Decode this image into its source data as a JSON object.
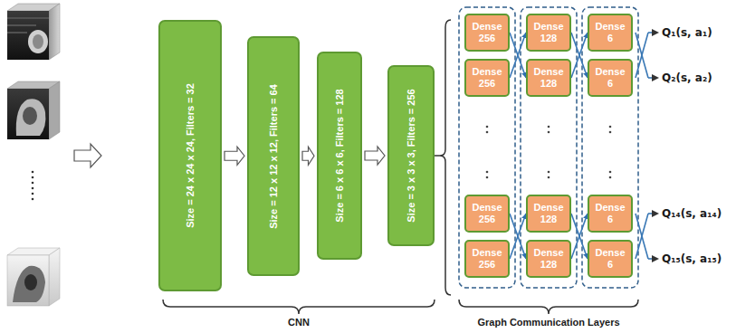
{
  "diagram": {
    "nodes": [
      {
        "text": [
          "Size = 24 x 24 x 24, Filters = 32"
        ]
      },
      {
        "text": [
          "Size = 12 x 12 x 12, Filters = 64"
        ]
      },
      {
        "text": [
          "Size = 6 x 6 x 6, Filters = 128"
        ]
      },
      {
        "text": [
          "Size = 3 x 3 x 3, Filters = 256"
        ]
      },
      {
        "text": [
          "Dense 256"
        ]
      },
      {
        "text": [
          "Dense 256"
        ]
      },
      {
        "text": [
          "Dense 256"
        ]
      },
      {
        "text": [
          "Dense 256"
        ]
      },
      {
        "text": [
          "Dense 128"
        ]
      },
      {
        "text": [
          "Dense 128"
        ]
      },
      {
        "text": [
          "Dense 128"
        ]
      },
      {
        "text": [
          "Dense 128"
        ]
      },
      {
        "text": [
          "Dense 6"
        ]
      },
      {
        "text": [
          "Dense 6"
        ]
      },
      {
        "text": [
          "Dense 6"
        ]
      },
      {
        "text": [
          "Dense 6"
        ]
      }
    ],
    "edges": [
      {
        "from": 0,
        "to": 1,
        "arrow": "to"
      },
      {
        "from": 1,
        "to": 2,
        "arrow": "to"
      },
      {
        "from": 2,
        "to": 3,
        "arrow": "to"
      },
      {
        "from": 4,
        "to": 9,
        "arrow": "to"
      },
      {
        "from": 5,
        "to": 8,
        "arrow": "to"
      },
      {
        "from": 6,
        "to": 11,
        "arrow": "to"
      },
      {
        "from": 7,
        "to": 10,
        "arrow": "to"
      },
      {
        "from": 8,
        "to": 13,
        "arrow": "to"
      },
      {
        "from": 9,
        "to": 12,
        "arrow": "to"
      },
      {
        "from": 10,
        "to": 15,
        "arrow": "to"
      },
      {
        "from": 11,
        "to": 14,
        "arrow": "to"
      }
    ],
    "labels": [
      "Q₁(s, a₁)",
      "Q₂(s, a₂)",
      "Q₁₄(s, a₁₄)",
      "Q₁₅(s, a₁₅)",
      "CNN",
      "Graph Communication Layers"
    ]
  }
}
